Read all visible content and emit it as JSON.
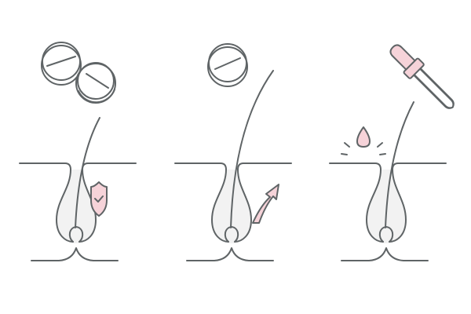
{
  "illustration": {
    "panels": [
      {
        "name": "pills-protect-follicle",
        "icons": [
          "pills-icon",
          "shield-check-icon"
        ]
      },
      {
        "name": "pill-hair-growth",
        "icons": [
          "pill-icon",
          "arrow-up-icon"
        ]
      },
      {
        "name": "dropper-topical-treatment",
        "icons": [
          "dropper-icon",
          "drop-icon"
        ]
      }
    ],
    "colors": {
      "stroke": "#5f6466",
      "accent": "#f6d3d9",
      "follicle_fill": "#f2f2f2",
      "background": "#ffffff"
    }
  }
}
